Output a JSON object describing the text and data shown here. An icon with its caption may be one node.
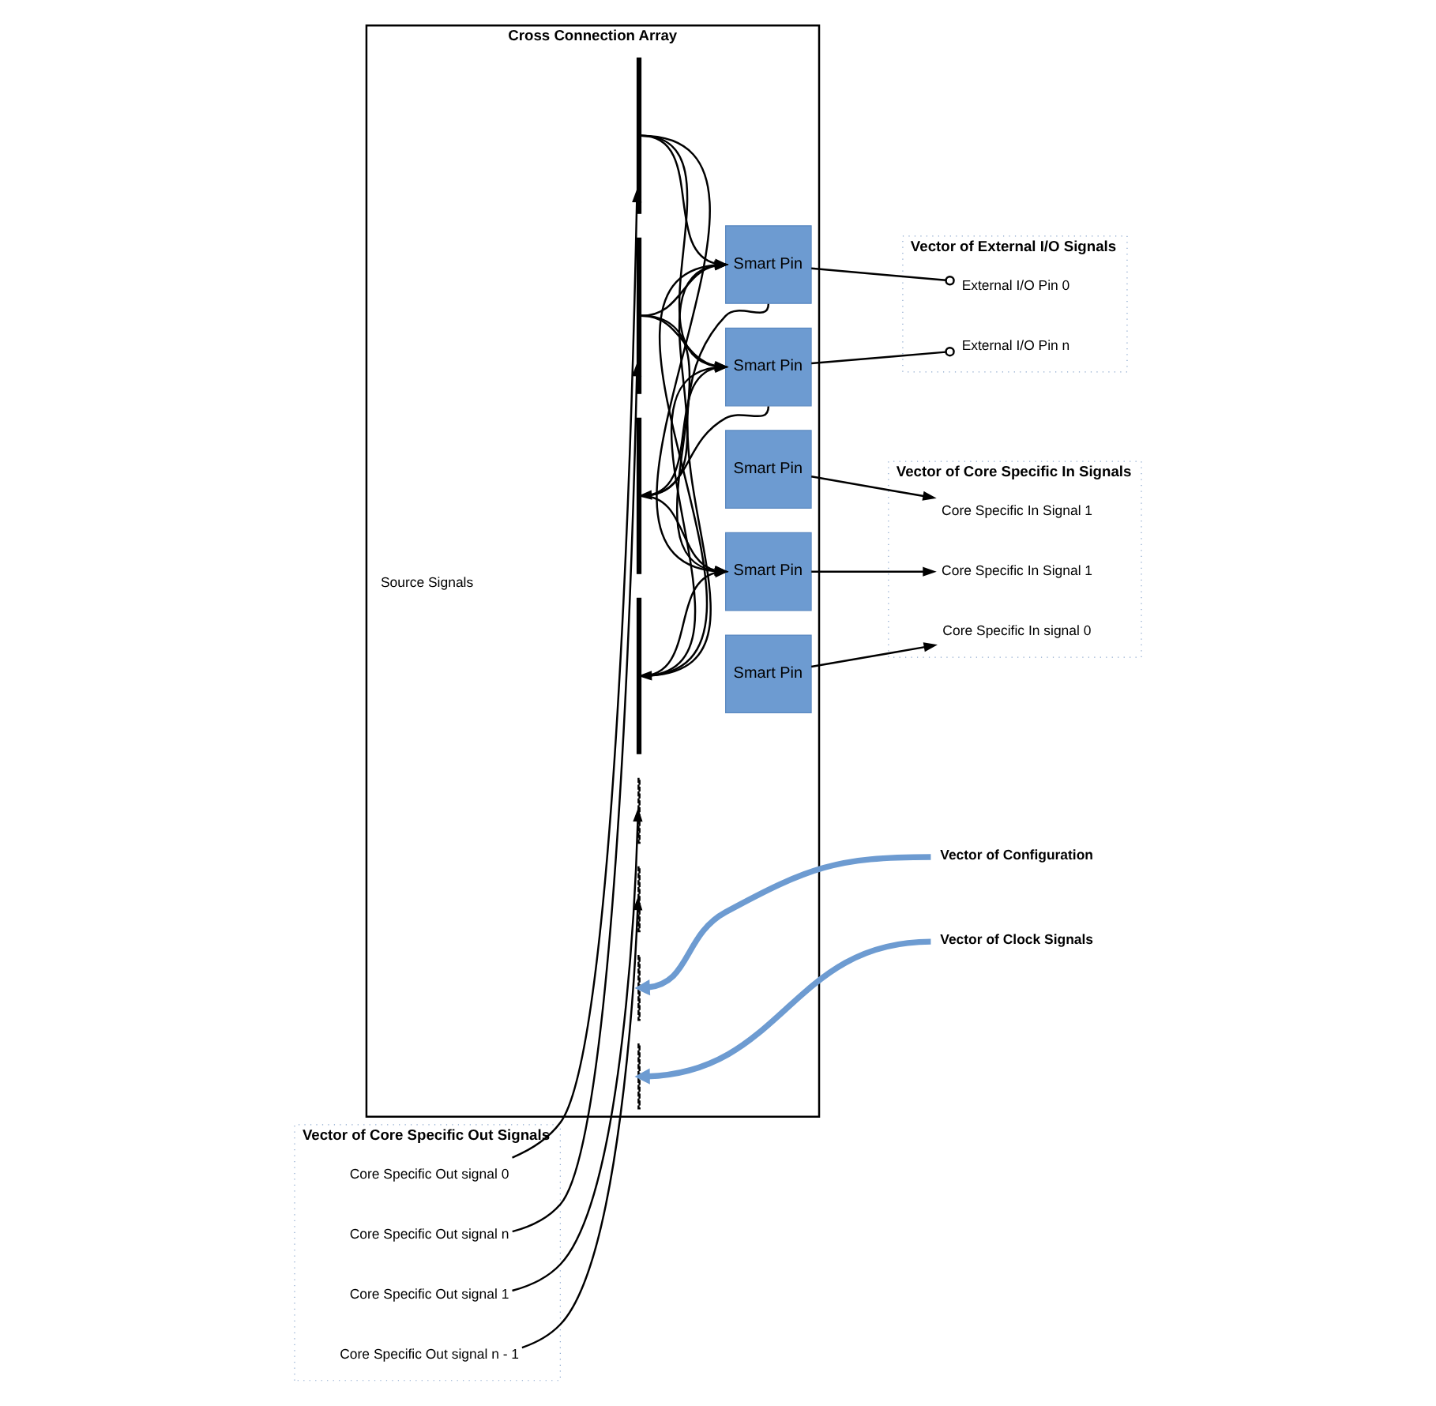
{
  "diagram": {
    "nodes": [
      {
        "text": [
          "Cross Connection Array"
        ]
      },
      {
        "text": [],
        "shape": "bar",
        "in": 0
      },
      {
        "text": [],
        "shape": "bar",
        "in": 0
      },
      {
        "text": [],
        "shape": "bar",
        "in": 0
      },
      {
        "text": [],
        "shape": "bar",
        "in": 0
      },
      {
        "text": [],
        "shape": "bar",
        "in": 0
      },
      {
        "text": [],
        "shape": "bar",
        "in": 0
      },
      {
        "text": [
          "Smart Pin"
        ],
        "in": 0
      },
      {
        "text": [
          "Smart Pin"
        ],
        "in": 0
      },
      {
        "text": [
          "Smart Pin"
        ],
        "in": 0
      },
      {
        "text": [
          "Smart Pin"
        ],
        "in": 0
      },
      {
        "text": [
          "Smart Pin"
        ],
        "in": 0
      },
      {
        "text": [],
        "shape": "bar",
        "in": 0
      },
      {
        "text": [],
        "shape": "bar",
        "in": 0
      },
      {
        "text": [
          "Vector of Core Specific Out Signals"
        ]
      },
      {
        "text": [
          "Core Specific Out signal 0"
        ],
        "in": 14
      },
      {
        "text": [
          "Core Specific Out signal 1"
        ],
        "in": 14
      },
      {
        "text": [
          "Core Specific Out signal n - 1"
        ],
        "in": 14
      },
      {
        "text": [
          "Core Specific Out signal n"
        ],
        "in": 14
      },
      {
        "text": [
          "Vector of External I/O Signals"
        ]
      },
      {
        "text": [
          "External I/O Pin 0"
        ],
        "in": 19
      },
      {
        "text": [
          "External I/O Pin n"
        ],
        "in": 19
      },
      {
        "text": [
          "Vector of Core Specific In Signals"
        ]
      },
      {
        "text": [
          "Core Specific In signal 0"
        ],
        "in": 22
      },
      {
        "text": [
          "Core Specific In Signal 1"
        ],
        "in": 22
      },
      {
        "text": [
          "Core Specific In Signal 1"
        ],
        "in": 22
      },
      {
        "text": [
          "Vector of Configuration"
        ]
      },
      {
        "text": [
          "Vector of Clock Signals"
        ]
      }
    ],
    "edges": [
      {
        "from": 15,
        "to": 1,
        "arrow": "to"
      },
      {
        "from": 16,
        "to": 5,
        "arrow": "to"
      },
      {
        "from": 17,
        "to": 6,
        "arrow": "to"
      },
      {
        "from": 18,
        "to": 2,
        "arrow": "to"
      },
      {
        "from": 4,
        "to": 7,
        "arrow": "to"
      },
      {
        "from": 3,
        "to": 7,
        "arrow": "to"
      },
      {
        "from": 1,
        "to": 7,
        "arrow": "to"
      },
      {
        "from": 2,
        "to": 7,
        "arrow": "to"
      },
      {
        "from": 4,
        "to": 8,
        "arrow": "to"
      },
      {
        "from": 3,
        "to": 8,
        "arrow": "to"
      },
      {
        "from": 1,
        "to": 8,
        "arrow": "to"
      },
      {
        "from": 2,
        "to": 8,
        "arrow": "to"
      },
      {
        "from": 4,
        "to": 11,
        "arrow": "to"
      },
      {
        "from": 3,
        "to": 11,
        "arrow": "to"
      },
      {
        "from": 1,
        "to": 11,
        "arrow": "to"
      },
      {
        "from": 2,
        "to": 11,
        "arrow": "to"
      },
      {
        "from": 7,
        "to": 4,
        "arrow": "to"
      },
      {
        "from": 8,
        "to": 3,
        "arrow": "to"
      },
      {
        "from": 7,
        "to": 20,
        "arrow": "other"
      },
      {
        "from": 8,
        "to": 21,
        "arrow": "other"
      },
      {
        "from": 9,
        "to": 23,
        "arrow": "to"
      },
      {
        "from": 10,
        "to": 24,
        "arrow": "to"
      },
      {
        "from": 11,
        "to": 25,
        "arrow": "to"
      },
      {
        "from": 26,
        "to": 12,
        "arrow": "to",
        "style": "thick",
        "color": "#6d9bd1"
      },
      {
        "from": 27,
        "to": 13,
        "arrow": "to",
        "style": "thick",
        "color": "#6d9bd1"
      }
    ],
    "labels": [
      "Source Signals"
    ]
  }
}
